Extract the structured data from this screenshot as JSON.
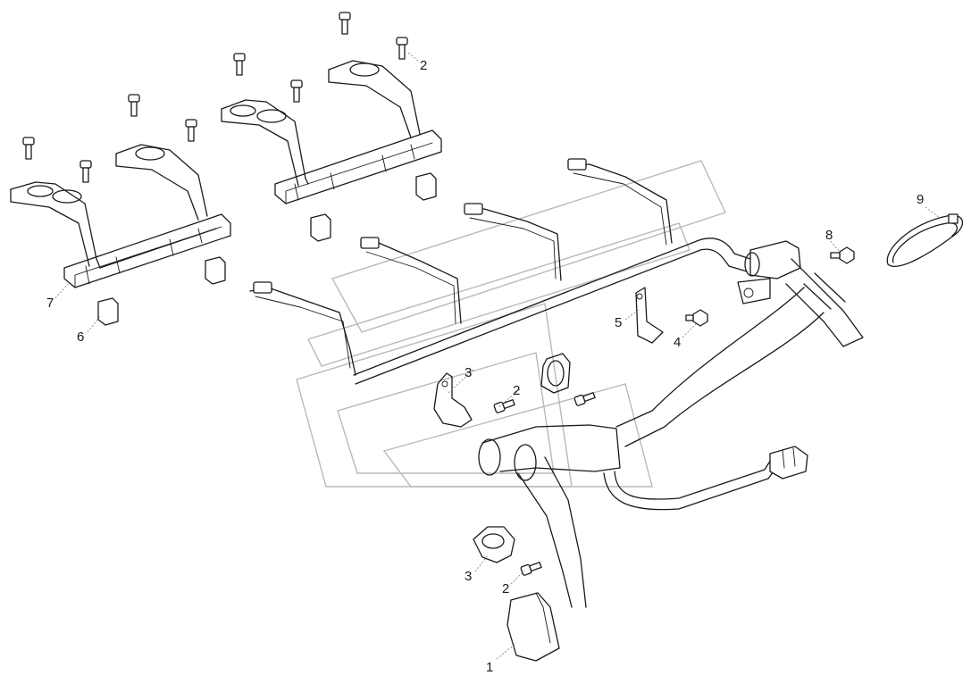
{
  "callouts": [
    {
      "label": "1"
    },
    {
      "label": "2"
    },
    {
      "label": "2"
    },
    {
      "label": "2"
    },
    {
      "label": "3"
    },
    {
      "label": "3"
    },
    {
      "label": "4"
    },
    {
      "label": "5"
    },
    {
      "label": "6"
    },
    {
      "label": "7"
    },
    {
      "label": "8"
    },
    {
      "label": "9"
    }
  ]
}
